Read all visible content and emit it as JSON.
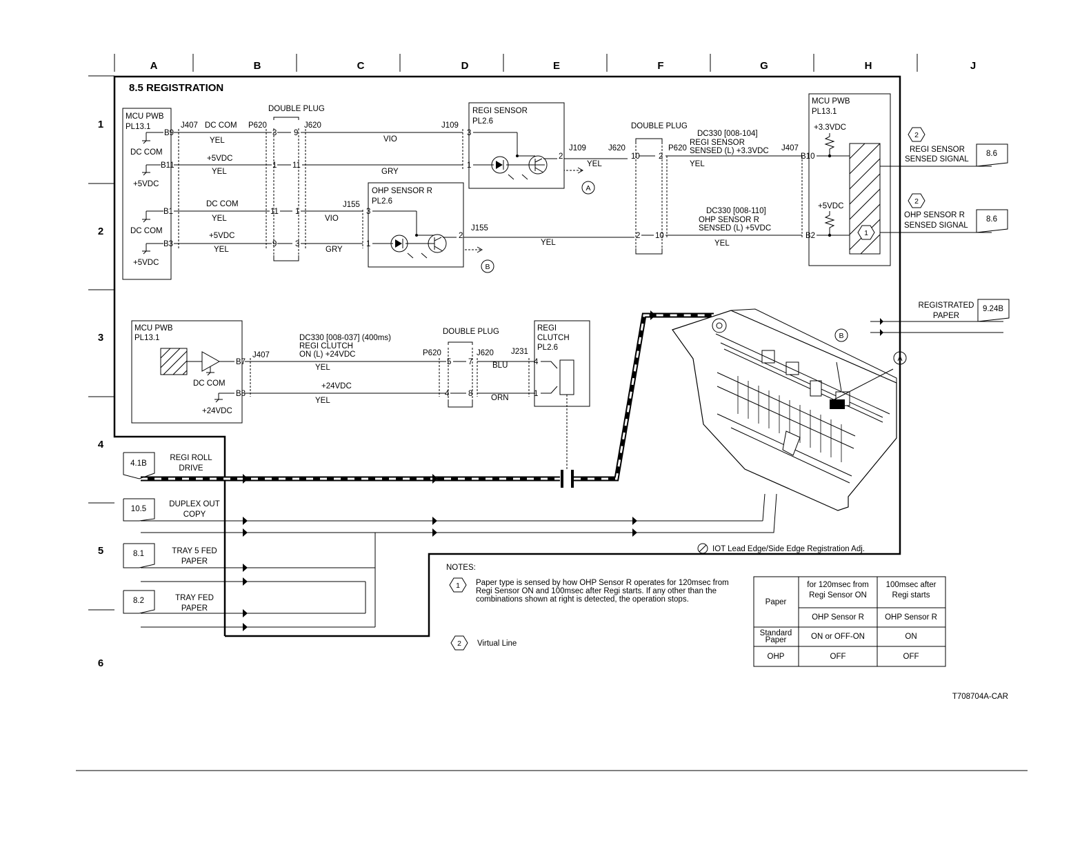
{
  "columns": [
    "A",
    "B",
    "C",
    "D",
    "E",
    "F",
    "G",
    "H",
    "J"
  ],
  "rows": [
    "1",
    "2",
    "3",
    "4",
    "5",
    "6"
  ],
  "title": "8.5 REGISTRATION",
  "mcu1": {
    "name": "MCU PWB",
    "pl": "PL13.1",
    "b9": "B9",
    "b11": "B11",
    "b1": "B1",
    "b3": "B3",
    "dccom1": "DC COM",
    "v5a": "+5VDC",
    "dccom2": "DC COM",
    "v5b": "+5VDC"
  },
  "conn": {
    "j407": "J407",
    "p620": "P620",
    "j620": "J620",
    "j109": "J109",
    "j155": "J155",
    "j231": "J231"
  },
  "wires": {
    "dccom": "DC COM",
    "yel": "YEL",
    "v5": "+5VDC",
    "vio": "VIO",
    "gry": "GRY",
    "blu": "BLU",
    "orn": "ORN",
    "v24": "+24VDC"
  },
  "double_plug": "DOUBLE PLUG",
  "pins": {
    "p3": "3",
    "p9": "9",
    "p1": "1",
    "p11": "11",
    "p2": "2",
    "p10": "10",
    "p4": "4",
    "p5": "5",
    "p7": "7",
    "p8": "8"
  },
  "regi_sensor": {
    "name": "REGI SENSOR",
    "pl": "PL2.6"
  },
  "ohp_sensor": {
    "name": "OHP SENSOR R",
    "pl": "PL2.6"
  },
  "mcu2": {
    "name": "MCU PWB",
    "pl": "PL13.1",
    "v33": "+3.3VDC",
    "v5": "+5VDC",
    "b10": "B10",
    "b2": "B2"
  },
  "dc330_regi": {
    "line1": "DC330 [008-104]",
    "line2": "REGI SENSOR",
    "line3": "SENSED (L) +3.3VDC"
  },
  "dc330_ohp": {
    "line1": "DC330 [008-110]",
    "line2": "OHP SENSOR R",
    "line3": "SENSED (L) +5VDC"
  },
  "out_signals": [
    {
      "label1": "REGI SENSOR",
      "label2": "SENSED SIGNAL",
      "ref": "8.6",
      "marker": "2"
    },
    {
      "label1": "OHP SENSOR  R",
      "label2": "SENSED SIGNAL",
      "ref": "8.6",
      "marker": "2"
    }
  ],
  "registrated": {
    "label1": "REGISTRATED",
    "label2": "PAPER",
    "ref": "9.24B"
  },
  "mcu3": {
    "name": "MCU PWB",
    "pl": "PL13.1",
    "b7": "B7",
    "b8": "B8",
    "dccom": "DC COM",
    "v24": "+24VDC"
  },
  "dc330_clutch": {
    "line1": "DC330 [008-037] (400ms)",
    "line2": "REGI CLUTCH",
    "line3": "ON (L) +24VDC"
  },
  "regi_clutch": {
    "name1": "REGI",
    "name2": "CLUTCH",
    "pl": "PL2.6"
  },
  "markers": {
    "a": "A",
    "b": "B",
    "one": "1",
    "two": "2"
  },
  "inputs": [
    {
      "ref": "4.1B",
      "label1": "REGI ROLL",
      "label2": "DRIVE"
    },
    {
      "ref": "10.5",
      "label1": "DUPLEX OUT",
      "label2": "COPY"
    },
    {
      "ref": "8.1",
      "label1": "TRAY 5  FED",
      "label2": "PAPER"
    },
    {
      "ref": "8.2",
      "label1": "TRAY FED",
      "label2": "PAPER"
    }
  ],
  "iot_note": "IOT Lead Edge/Side Edge Registration Adj.",
  "notes": {
    "heading": "NOTES:",
    "n1_line1": "Paper type is sensed by how OHP Sensor R operates for 120msec from",
    "n1_line2": "Regi Sensor ON and 100msec after Regi starts.  If any other than the",
    "n1_line3": "combinations shown at right is detected, the operation stops.",
    "n2": "Virtual Line"
  },
  "table": {
    "paper": "Paper",
    "h1a": "for 120msec from",
    "h1b": "Regi Sensor ON",
    "h2a": "100msec after",
    "h2b": "Regi starts",
    "sub1": "OHP Sensor R",
    "sub2": "OHP Sensor R",
    "std1": "Standard",
    "std2": "Paper",
    "std_c1": "ON or OFF-ON",
    "std_c2": "ON",
    "ohp": "OHP",
    "ohp_c1": "OFF",
    "ohp_c2": "OFF"
  },
  "drawing_id": "T708704A-CAR"
}
